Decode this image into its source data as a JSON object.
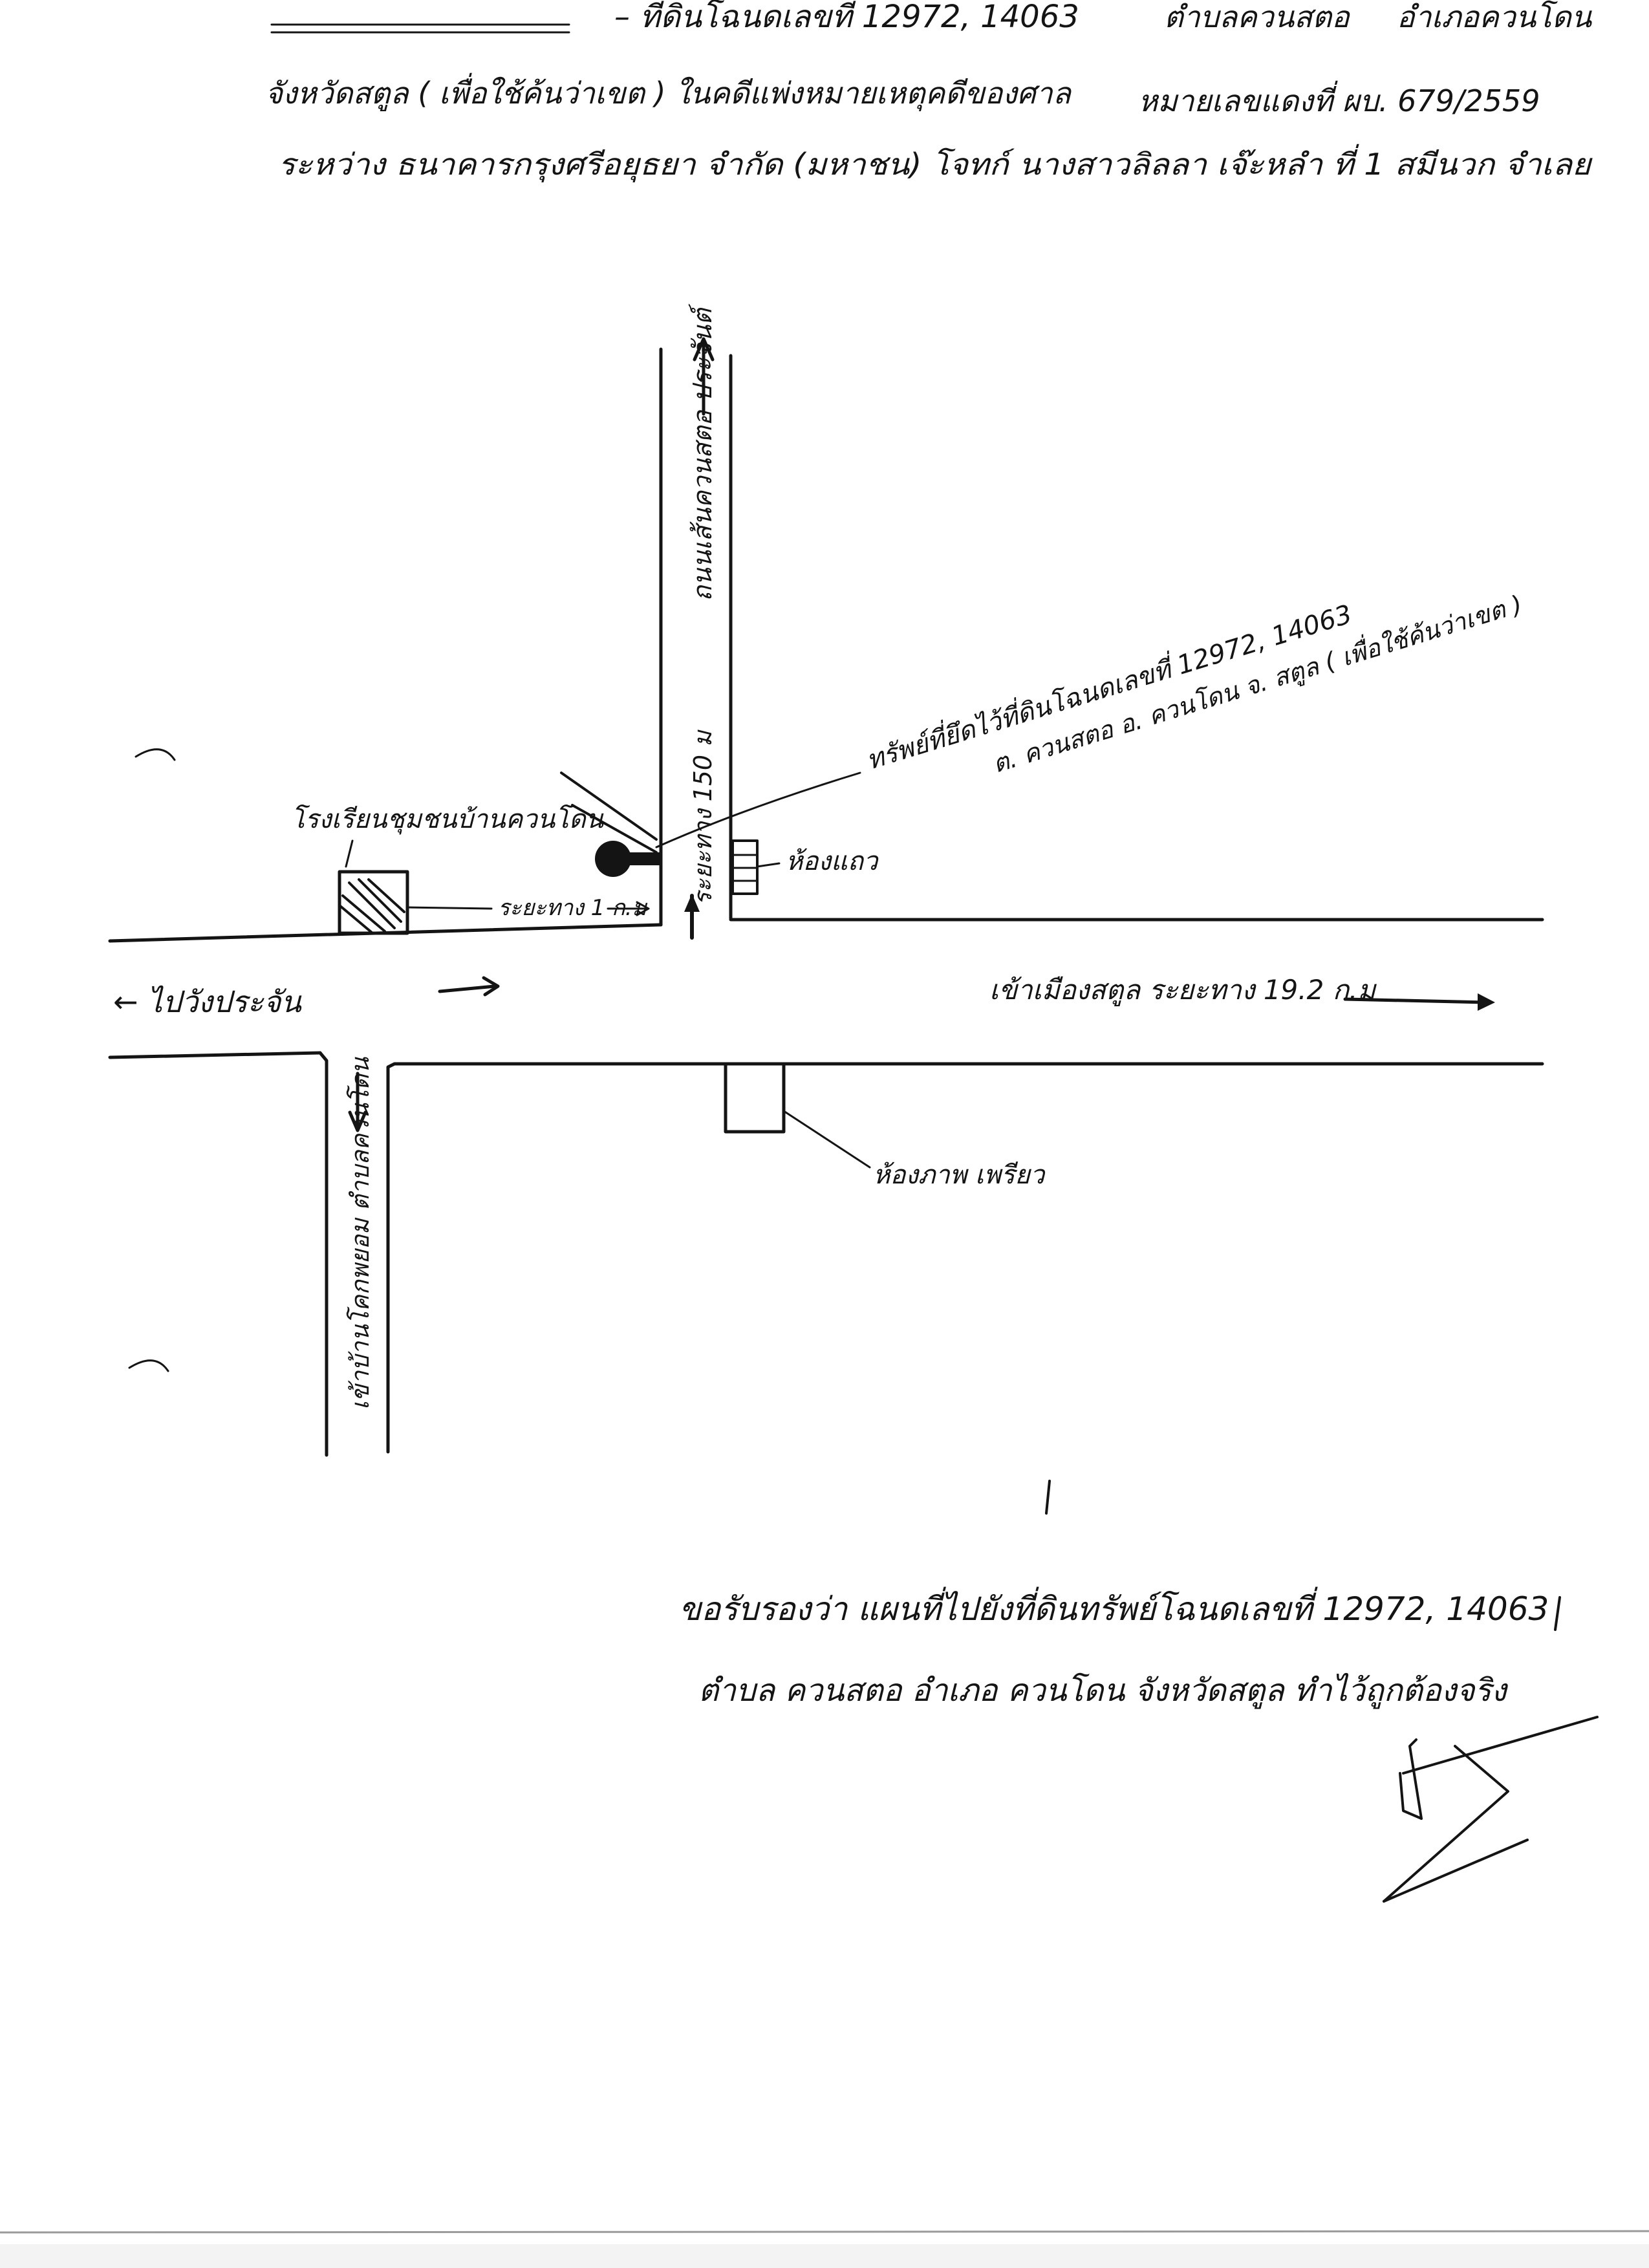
{
  "header": {
    "title_fragment": "– ที่ดินโฉนดเลขที่ 12972, 14063",
    "tambon": "ตำบลควนสตอ",
    "amphoe": "อำเภอควนโดน",
    "line2_left": "จังหวัดสตูล ( เพื่อใช้ค้นว่าเขต ) ในคดีแพ่งหมายเหตุคดีของศาล",
    "line2_case": "หมายเลขแดงที่ ผบ. 679/2559",
    "line3": "ระหว่าง ธนาคารกรุงศรีอยุธยา จำกัด (มหาชน) โจทก์ นางสาวลิลลา เจ๊ะหลำ ที่ 1 สมีนวก จำเลย"
  },
  "map": {
    "road_north_label": "ถนนเส้นควนสตอ ประจันต์",
    "road_north_distance": "ระยะทาง 150 ม",
    "road_south_label": "เข้าบ้านโคกพยอม ตำบลควนโดน",
    "to_west": "← ไปวังประจัน",
    "to_east": "เข้าเมืองสตูล ระยะทาง 19.2 ก.ม",
    "school": "โรงเรียนชุมชนบ้านควนโดน",
    "school_distance": "ระยะทาง 1 ก.ม",
    "shop_glass": "ห้องแถว",
    "shop_south": "ห้องภาพ เพรียว",
    "property_label_1": "ทรัพย์ที่ยึดไว้ที่ดินโฉนดเลขที่ 12972, 14063",
    "property_label_2": "ต. ควนสตอ อ. ควนโดน จ. สตูล ( เพื่อใช้ค้นว่าเขต )"
  },
  "footer": {
    "certify_1": "ขอรับรองว่า แผนที่ไปยังที่ดินทรัพย์โฉนดเลขที่ 12972, 14063",
    "certify_2": "ตำบล ควนสตอ อำเภอ ควนโดน จังหวัดสตูล ทำไว้ถูกต้องจริง"
  }
}
